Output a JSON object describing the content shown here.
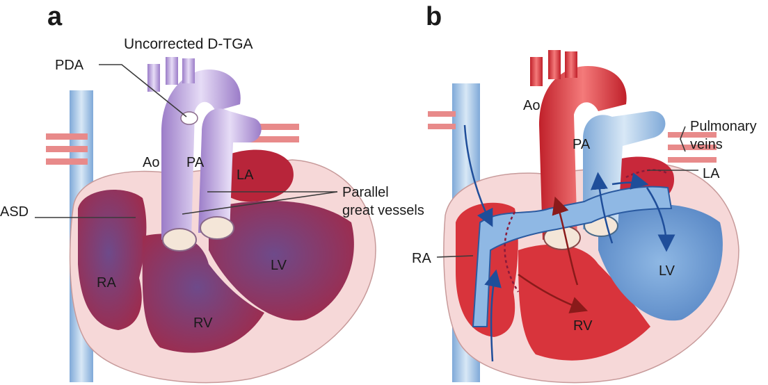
{
  "panel_a": {
    "letter": "a",
    "title": "Uncorrected D-TGA",
    "labels": {
      "pda": "PDA",
      "ao": "Ao",
      "pa": "PA",
      "la": "LA",
      "asd": "ASD",
      "parallel_1": "Parallel",
      "parallel_2": "great vessels",
      "ra": "RA",
      "rv": "RV",
      "lv": "LV"
    }
  },
  "panel_b": {
    "letter": "b",
    "labels": {
      "ao": "Ao",
      "pa": "PA",
      "pulmonary_1": "Pulmonary",
      "pulmonary_2": "veins",
      "la": "LA",
      "ra": "RA",
      "lv": "LV",
      "rv": "RV"
    }
  },
  "colors": {
    "deoxygenated_blue": "#9ec3e6",
    "oxygenated_red": "#d8343c",
    "mixed_purple": "#a86da8",
    "ventricle_wine": "#9a2a4e",
    "pericardium_pink": "#f6d8d8",
    "aorta_lavender": "#b89ad8",
    "flow_arrow_blue": "#1f4e9a",
    "flow_arrow_red": "#8a1a1a"
  }
}
